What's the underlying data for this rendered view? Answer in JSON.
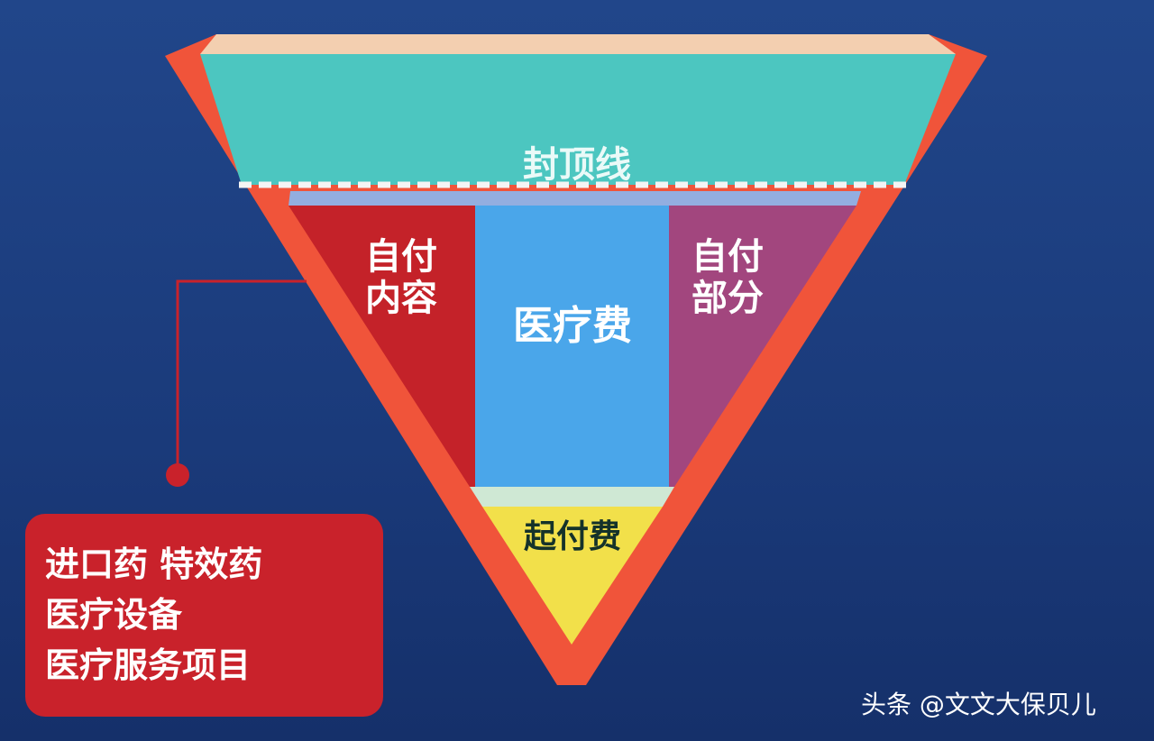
{
  "diagram": {
    "cap_label": "封顶线",
    "self_pay_content_label": [
      "自付",
      "内容"
    ],
    "medical_fee_label": "医疗费",
    "self_pay_part_label": [
      "自付",
      "部分"
    ],
    "deductible_label": "起付费",
    "callout_lines": [
      "进口药 特效药",
      "医疗设备",
      "医疗服务项目"
    ],
    "colors": {
      "background": "#1e4184",
      "outer_border": "#f0543a",
      "cap_area": "#4cc6c0",
      "self_pay_content": "#c42229",
      "medical_fee": "#4aa6ea",
      "self_pay_part": "#a2467e",
      "deductible": "#f2e04a",
      "callout_box": "#c9222b"
    }
  },
  "watermark": "头条 @文文大保贝儿"
}
